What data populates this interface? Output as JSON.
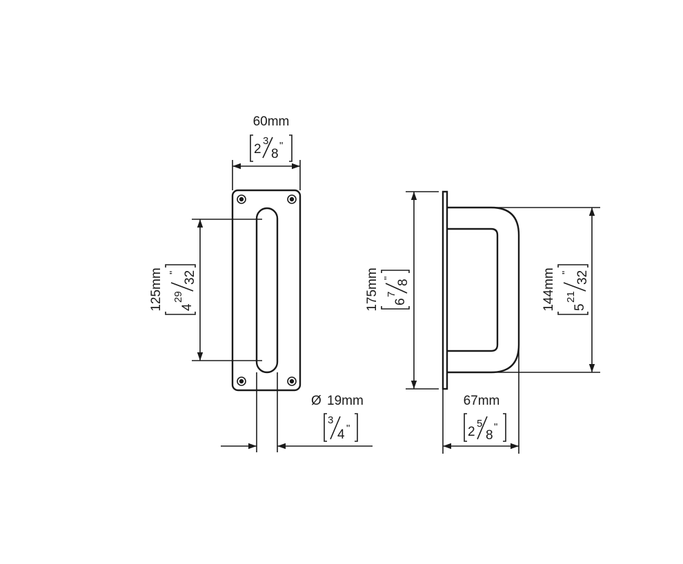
{
  "colors": {
    "line": "#1a1a1a",
    "background": "#ffffff"
  },
  "front_view": {
    "width": {
      "metric": "60mm",
      "whole": "2",
      "num": "3",
      "den": "8",
      "inch": "\""
    },
    "height": {
      "metric": "125mm",
      "whole": "4",
      "num": "29",
      "den": "32",
      "inch": "\""
    },
    "bar_diameter": {
      "symbol": "Ø",
      "metric": "19mm",
      "num": "3",
      "den": "4",
      "inch": "\""
    }
  },
  "side_view": {
    "plate_height": {
      "metric": "175mm",
      "whole": "6",
      "num": "7",
      "den": "8",
      "inch": "\""
    },
    "handle_height": {
      "metric": "144mm",
      "whole": "5",
      "num": "21",
      "den": "32",
      "inch": "\""
    },
    "projection": {
      "metric": "67mm",
      "whole": "2",
      "num": "5",
      "den": "8",
      "inch": "\""
    }
  }
}
